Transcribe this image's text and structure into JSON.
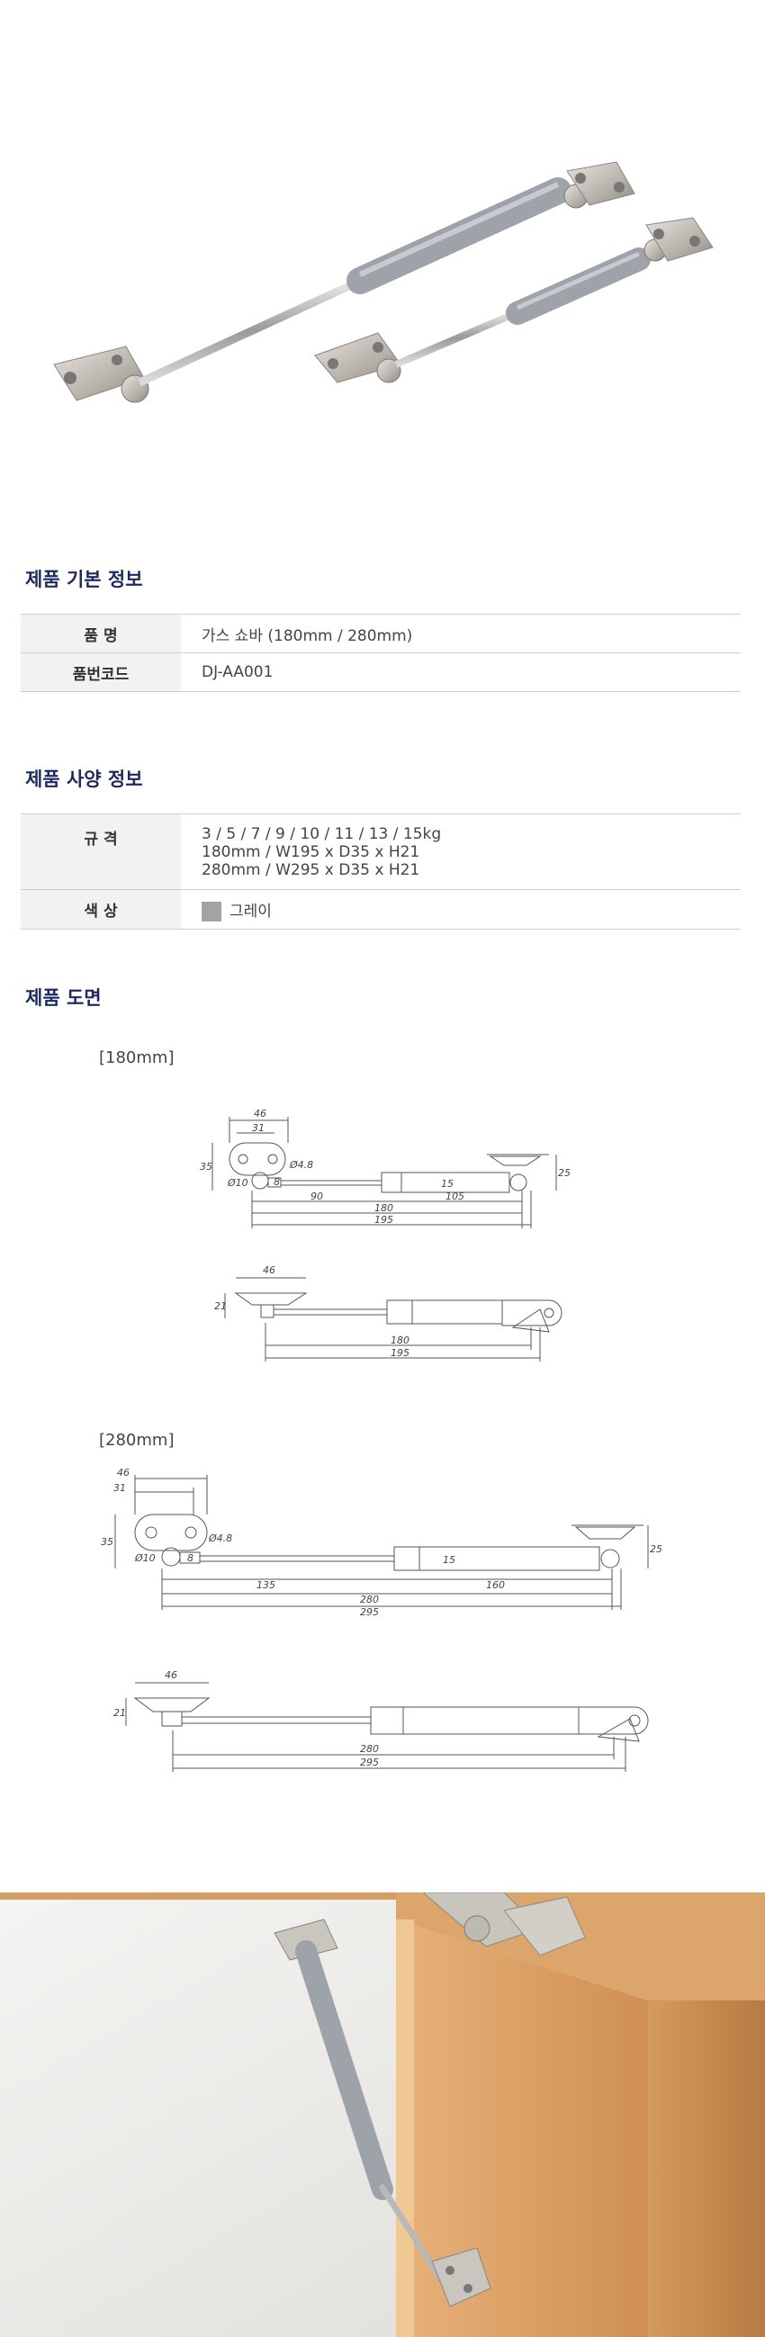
{
  "sections": {
    "basic_info": "제품 기본 정보",
    "spec_info": "제품 사양 정보",
    "drawing": "제품 도면"
  },
  "basic_rows": [
    {
      "label": "품  명",
      "value": "가스 쇼바 (180mm / 280mm)"
    },
    {
      "label": "품번코드",
      "value": "DJ-AA001"
    }
  ],
  "spec_rows": {
    "size_label": "규  격",
    "size_lines": [
      "3 / 5 / 7 / 9 / 10 / 11 / 13 / 15kg",
      "180mm / W195 x D35 x H21",
      "280mm / W295 x D35 x H21"
    ],
    "color_label": "색  상",
    "color_value": "그레이",
    "color_swatch": "#a3a3a3"
  },
  "drawings": {
    "d180_label": "[180mm]",
    "d180_top": {
      "w_outer": "46",
      "w_inner": "31",
      "h_bracket": "35",
      "hole_dia": "Ø4.8",
      "end_dia": "Ø10",
      "rod": "8",
      "body": "15",
      "rod_len": "90",
      "body_len": "105",
      "len_a": "180",
      "len_b": "195",
      "bracket_h": "25"
    },
    "d180_side": {
      "w": "46",
      "h": "21",
      "len_a": "180",
      "len_b": "195"
    },
    "d280_label": "[280mm]",
    "d280_top": {
      "w_outer": "46",
      "w_inner": "31",
      "h_bracket": "35",
      "hole_dia": "Ø4.8",
      "end_dia": "Ø10",
      "rod": "8",
      "body": "15",
      "rod_len": "135",
      "body_len": "160",
      "len_a": "280",
      "len_b": "295",
      "bracket_h": "25"
    },
    "d280_side": {
      "w": "46",
      "h": "21",
      "len_a": "280",
      "len_b": "295"
    }
  },
  "colors": {
    "title": "#1c2a5e",
    "strut_body": "#9ea3aa",
    "metal": "#c9c6c0",
    "wood": "#d89b5c"
  }
}
